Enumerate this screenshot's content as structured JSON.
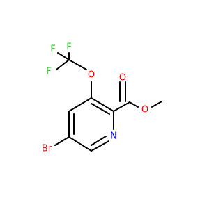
{
  "molecule": {
    "atoms": {
      "bromine": "Br",
      "nitrogen": "N",
      "ether_oxygen": "O",
      "carbonyl_oxygen": "O",
      "ester_oxygen": "O",
      "fluorine_top_left": "F",
      "fluorine_top_right": "F",
      "fluorine_left": "F"
    },
    "colors": {
      "bond": "#000000",
      "bromine": "#a52a2a",
      "nitrogen": "#0000ff",
      "oxygen": "#ff0000",
      "fluorine": "#33cc33",
      "background": "#ffffff"
    }
  }
}
